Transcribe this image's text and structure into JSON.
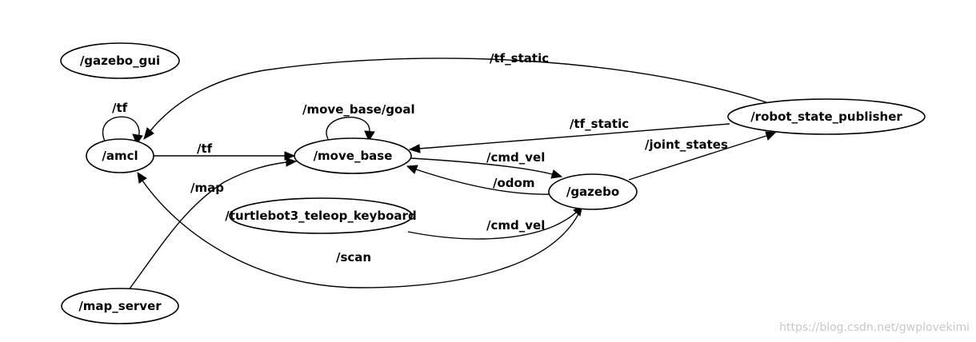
{
  "nodes": {
    "gazebo_gui": "/gazebo_gui",
    "amcl": "/amcl",
    "move_base": "/move_base",
    "robot_state_publisher": "/robot_state_publisher",
    "gazebo": "/gazebo",
    "teleop": "/turtlebot3_teleop_keyboard",
    "map_server": "/map_server"
  },
  "edges": {
    "tf_static_top": "/tf_static",
    "tf_self": "/tf",
    "move_base_goal": "/move_base/goal",
    "tf_static_mid": "/tf_static",
    "tf_amcl_mb": "/tf",
    "cmd_vel_mb": "/cmd_vel",
    "joint_states": "/joint_states",
    "odom": "/odom",
    "map": "/map",
    "cmd_vel_teleop": "/cmd_vel",
    "scan": "/scan"
  },
  "watermark": "https://blog.csdn.net/gwplovekimi"
}
